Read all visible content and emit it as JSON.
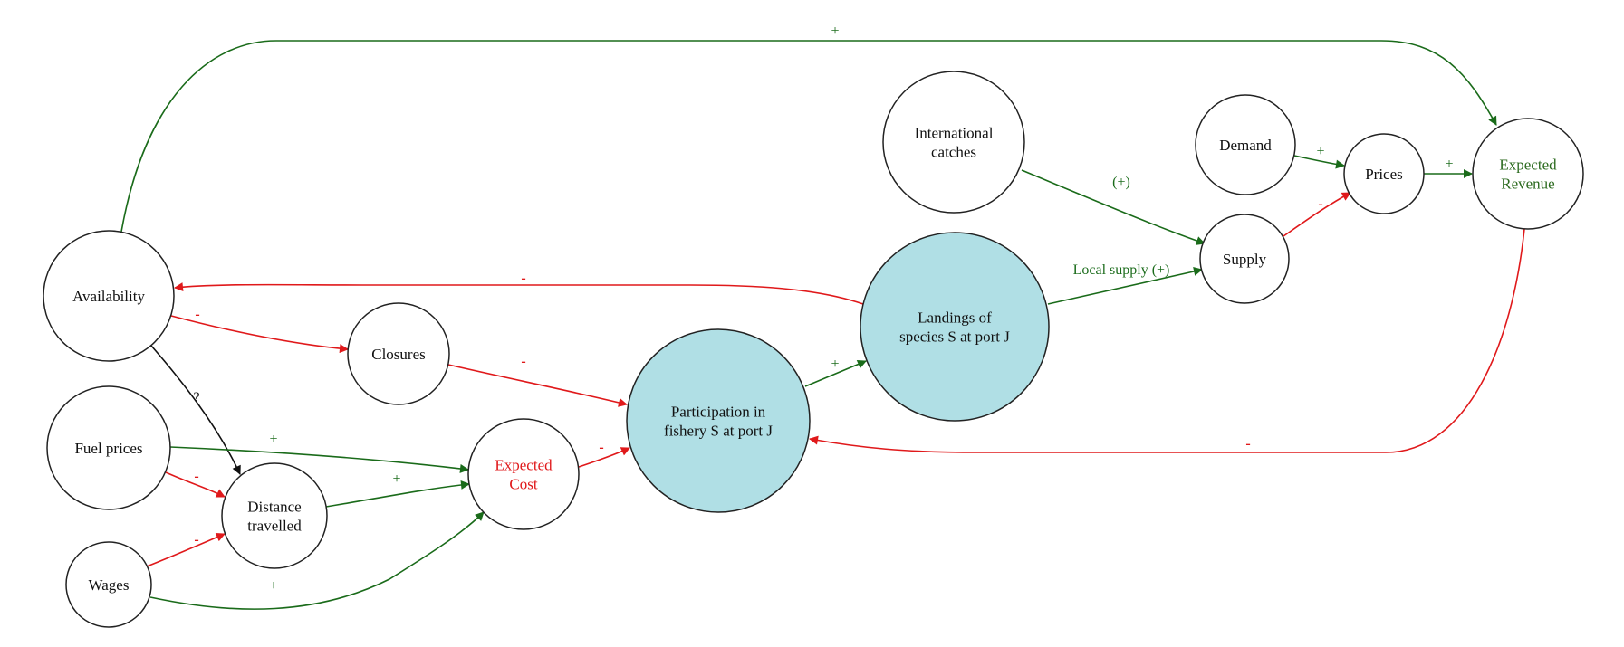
{
  "colors": {
    "positive": "#1a6b1a",
    "negative": "#e0191b",
    "unknown": "#111111",
    "highlight_fill": "#b0dfe5",
    "node_fill": "#ffffff",
    "node_stroke": "#222222",
    "text": "#111111",
    "cost_text": "#e0191b",
    "revenue_text": "#2b6a1e"
  },
  "nodes": [
    {
      "id": "availability",
      "lines": [
        "Availability"
      ],
      "highlight": false,
      "text_color": "text"
    },
    {
      "id": "closures",
      "lines": [
        "Closures"
      ],
      "highlight": false,
      "text_color": "text"
    },
    {
      "id": "fuel_prices",
      "lines": [
        "Fuel prices"
      ],
      "highlight": false,
      "text_color": "text"
    },
    {
      "id": "distance_travelled",
      "lines": [
        "Distance",
        "travelled"
      ],
      "highlight": false,
      "text_color": "text"
    },
    {
      "id": "wages",
      "lines": [
        "Wages"
      ],
      "highlight": false,
      "text_color": "text"
    },
    {
      "id": "expected_cost",
      "lines": [
        "Expected",
        "Cost"
      ],
      "highlight": false,
      "text_color": "cost_text"
    },
    {
      "id": "participation",
      "lines": [
        "Participation in",
        "fishery S at port J"
      ],
      "highlight": true,
      "text_color": "text"
    },
    {
      "id": "landings",
      "lines": [
        "Landings of",
        "species S at port J"
      ],
      "highlight": true,
      "text_color": "text"
    },
    {
      "id": "international_catches",
      "lines": [
        "International",
        "catches"
      ],
      "highlight": false,
      "text_color": "text"
    },
    {
      "id": "demand",
      "lines": [
        "Demand"
      ],
      "highlight": false,
      "text_color": "text"
    },
    {
      "id": "supply",
      "lines": [
        "Supply"
      ],
      "highlight": false,
      "text_color": "text"
    },
    {
      "id": "prices",
      "lines": [
        "Prices"
      ],
      "highlight": false,
      "text_color": "text"
    },
    {
      "id": "expected_revenue",
      "lines": [
        "Expected",
        "Revenue"
      ],
      "highlight": false,
      "text_color": "revenue_text"
    }
  ],
  "edges": [
    {
      "id": "availability-expected_revenue",
      "from": "availability",
      "to": "expected_revenue",
      "sign": "positive",
      "label": "+"
    },
    {
      "id": "landings-availability",
      "from": "landings",
      "to": "availability",
      "sign": "negative",
      "label": "-"
    },
    {
      "id": "availability-closures",
      "from": "availability",
      "to": "closures",
      "sign": "negative",
      "label": "-"
    },
    {
      "id": "availability-distance_travelled",
      "from": "availability",
      "to": "distance_travelled",
      "sign": "unknown",
      "label": "?"
    },
    {
      "id": "closures-participation",
      "from": "closures",
      "to": "participation",
      "sign": "negative",
      "label": "-"
    },
    {
      "id": "fuel_prices-expected_cost",
      "from": "fuel_prices",
      "to": "expected_cost",
      "sign": "positive",
      "label": "+"
    },
    {
      "id": "fuel_prices-distance_travelled",
      "from": "fuel_prices",
      "to": "distance_travelled",
      "sign": "negative",
      "label": "-"
    },
    {
      "id": "distance_travelled-expected_cost",
      "from": "distance_travelled",
      "to": "expected_cost",
      "sign": "positive",
      "label": "+"
    },
    {
      "id": "wages-distance_travelled",
      "from": "wages",
      "to": "distance_travelled",
      "sign": "negative",
      "label": "-"
    },
    {
      "id": "wages-expected_cost",
      "from": "wages",
      "to": "expected_cost",
      "sign": "positive",
      "label": "+"
    },
    {
      "id": "expected_cost-participation",
      "from": "expected_cost",
      "to": "participation",
      "sign": "negative",
      "label": "-"
    },
    {
      "id": "participation-landings",
      "from": "participation",
      "to": "landings",
      "sign": "positive",
      "label": "+"
    },
    {
      "id": "landings-supply",
      "from": "landings",
      "to": "supply",
      "sign": "positive",
      "label": "Local supply (+)"
    },
    {
      "id": "international_catches-supply",
      "from": "international_catches",
      "to": "supply",
      "sign": "positive",
      "label": "(+)"
    },
    {
      "id": "supply-prices",
      "from": "supply",
      "to": "prices",
      "sign": "negative",
      "label": "-"
    },
    {
      "id": "demand-prices",
      "from": "demand",
      "to": "prices",
      "sign": "positive",
      "label": "+"
    },
    {
      "id": "prices-expected_revenue",
      "from": "prices",
      "to": "expected_revenue",
      "sign": "positive",
      "label": "+"
    },
    {
      "id": "expected_revenue-participation",
      "from": "expected_revenue",
      "to": "participation",
      "sign": "negative",
      "label": "-"
    }
  ]
}
